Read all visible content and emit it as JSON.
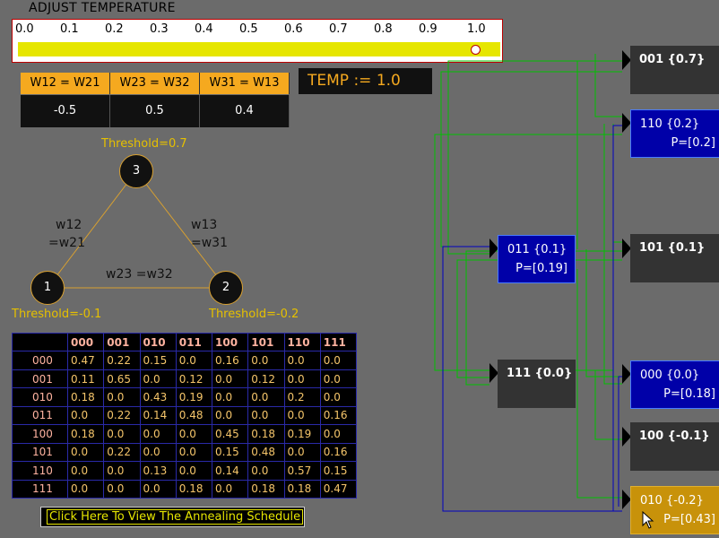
{
  "header": {
    "title": "ADJUST TEMPERATURE"
  },
  "slider": {
    "ticks": [
      "0.0",
      "0.1",
      "0.2",
      "0.3",
      "0.4",
      "0.5",
      "0.6",
      "0.7",
      "0.8",
      "0.9",
      "1.0"
    ],
    "value": 1.0,
    "track_color": "#e6e600"
  },
  "weights": {
    "headers": [
      "W12 = W21",
      "W23 = W32",
      "W31 = W13"
    ],
    "values": [
      "-0.5",
      "0.5",
      "0.4"
    ]
  },
  "temperature": {
    "label": "TEMP := 1.0"
  },
  "network": {
    "neuron1": "1",
    "neuron2": "2",
    "neuron3": "3",
    "threshold1": "Threshold=-0.1",
    "threshold2": "Threshold=-0.2",
    "threshold3": "Threshold=0.7",
    "w12_line1": "w12",
    "w12_line2": "=w21",
    "w13_line1": "w13",
    "w13_line2": "=w31",
    "w23": "w23  =w32",
    "edge_color": "#d8a030"
  },
  "prob_table": {
    "columns": [
      "000",
      "001",
      "010",
      "011",
      "100",
      "101",
      "110",
      "111"
    ],
    "rows": [
      {
        "label": "000",
        "values": [
          "0.47",
          "0.22",
          "0.15",
          "0.0",
          "0.16",
          "0.0",
          "0.0",
          "0.0"
        ]
      },
      {
        "label": "001",
        "values": [
          "0.11",
          "0.65",
          "0.0",
          "0.12",
          "0.0",
          "0.12",
          "0.0",
          "0.0"
        ]
      },
      {
        "label": "010",
        "values": [
          "0.18",
          "0.0",
          "0.43",
          "0.19",
          "0.0",
          "0.0",
          "0.2",
          "0.0"
        ]
      },
      {
        "label": "011",
        "values": [
          "0.0",
          "0.22",
          "0.14",
          "0.48",
          "0.0",
          "0.0",
          "0.0",
          "0.16"
        ]
      },
      {
        "label": "100",
        "values": [
          "0.18",
          "0.0",
          "0.0",
          "0.0",
          "0.45",
          "0.18",
          "0.19",
          "0.0"
        ]
      },
      {
        "label": "101",
        "values": [
          "0.0",
          "0.22",
          "0.0",
          "0.0",
          "0.15",
          "0.48",
          "0.0",
          "0.16"
        ]
      },
      {
        "label": "110",
        "values": [
          "0.0",
          "0.0",
          "0.13",
          "0.0",
          "0.14",
          "0.0",
          "0.57",
          "0.15"
        ]
      },
      {
        "label": "111",
        "values": [
          "0.0",
          "0.0",
          "0.0",
          "0.18",
          "0.0",
          "0.18",
          "0.18",
          "0.47"
        ]
      }
    ]
  },
  "anneal_button": {
    "label": "Click Here To View The Annealing Schedule"
  },
  "states": {
    "s001": {
      "title": "001 {0.7}",
      "p": ""
    },
    "s110": {
      "title": "110 {0.2}",
      "p": "P=[0.2]"
    },
    "s011": {
      "title": "011 {0.1}",
      "p": "P=[0.19]"
    },
    "s101": {
      "title": "101 {0.1}",
      "p": ""
    },
    "s111": {
      "title": "111 {0.0}",
      "p": ""
    },
    "s000": {
      "title": "000 {0.0}",
      "p": "P=[0.18]"
    },
    "s100": {
      "title": "100 {-0.1}",
      "p": ""
    },
    "s010": {
      "title": "010 {-0.2}",
      "p": "P=[0.43]"
    }
  },
  "colors": {
    "background": "#6b6b6b",
    "accent_orange": "#f5a91f",
    "highlight_blue": "#0000a8",
    "active_gold": "#c8920a",
    "wire_green": "#00c000",
    "wire_blue": "#0000c0"
  }
}
